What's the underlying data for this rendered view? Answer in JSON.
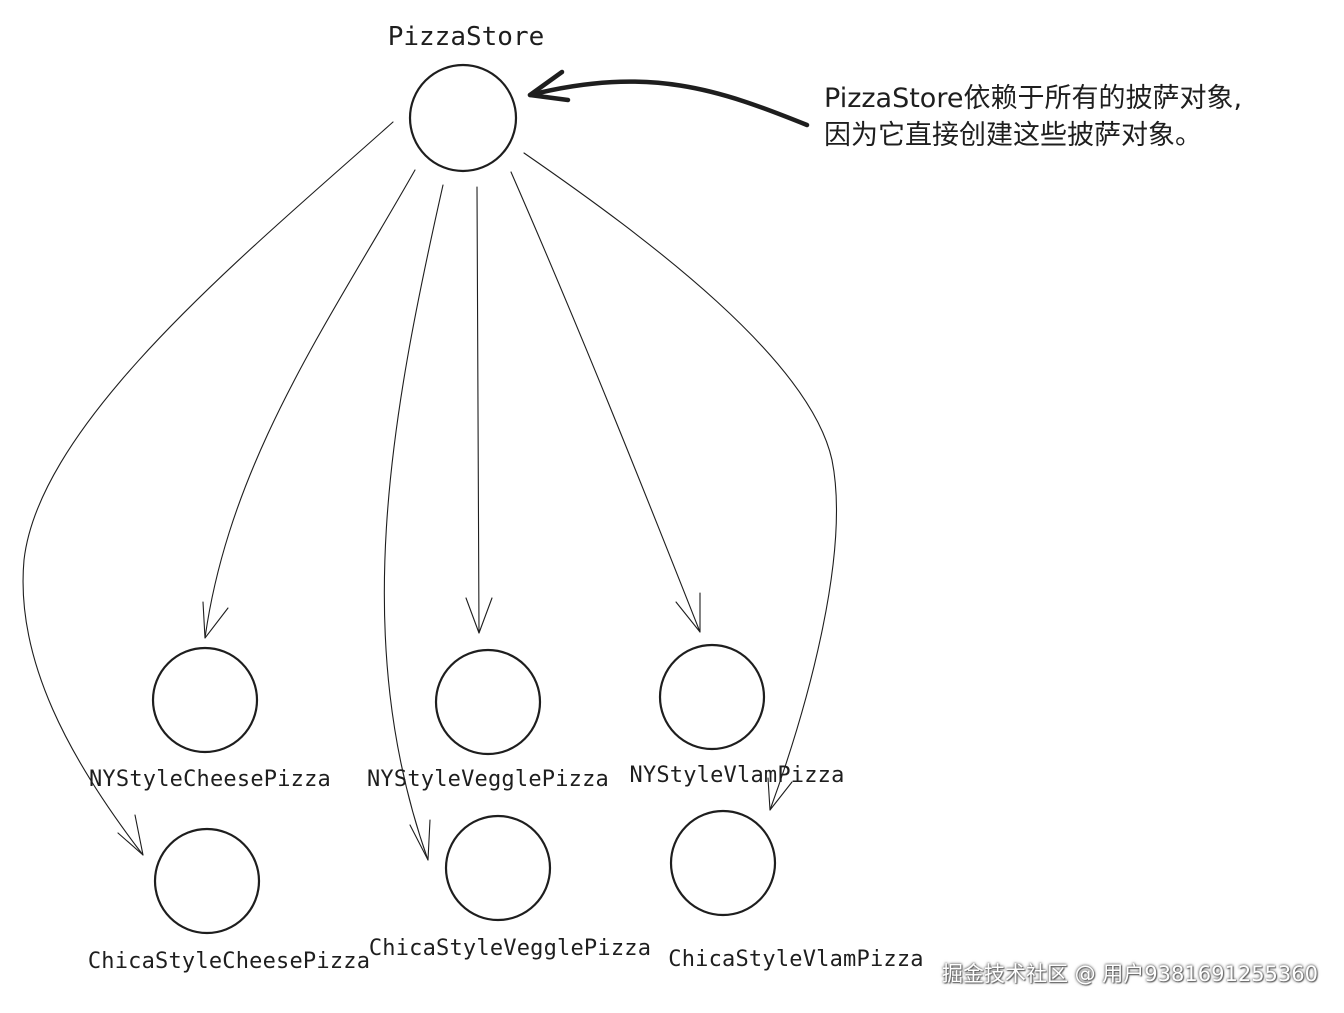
{
  "colors": {
    "ink": "#1e1e1e",
    "background": "#ffffff",
    "watermark": "#ffffff"
  },
  "root": {
    "label": "PizzaStore"
  },
  "note": {
    "line1": "PizzaStore依赖于所有的披萨对象,",
    "line2": "因为它直接创建这些披萨对象。"
  },
  "pizzas": [
    {
      "label": "NYStyleCheesePizza"
    },
    {
      "label": "NYStyleVegglePizza"
    },
    {
      "label": "NYStyleVlamPizza"
    },
    {
      "label": "ChicaStyleCheesePizza"
    },
    {
      "label": "ChicaStyleVegglePizza"
    },
    {
      "label": "ChicaStyleVlamPizza"
    }
  ],
  "edges": [
    {
      "from": "PizzaStore",
      "to": "NYStyleCheesePizza"
    },
    {
      "from": "PizzaStore",
      "to": "NYStyleVegglePizza"
    },
    {
      "from": "PizzaStore",
      "to": "NYStyleVlamPizza"
    },
    {
      "from": "PizzaStore",
      "to": "ChicaStyleCheesePizza"
    },
    {
      "from": "PizzaStore",
      "to": "ChicaStyleVegglePizza"
    },
    {
      "from": "PizzaStore",
      "to": "ChicaStyleVlamPizza"
    }
  ],
  "watermark": "掘金技术社区 @ 用户9381691255360"
}
